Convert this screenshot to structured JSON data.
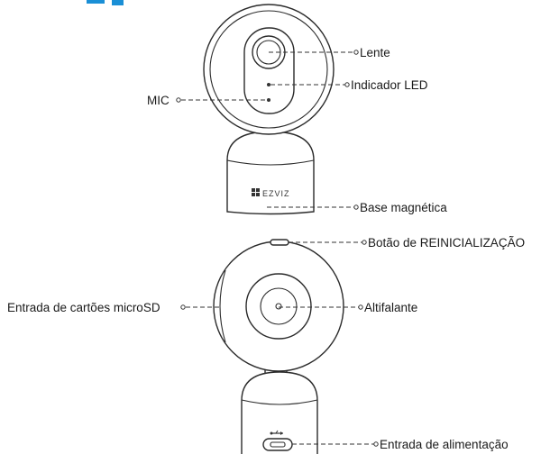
{
  "brand": {
    "logo_text": "EZVIZ",
    "accent_color": "#1a8fd6"
  },
  "front_view": {
    "labels": {
      "lens": "Lente",
      "led": "Indicador LED",
      "mic": "MIC",
      "base": "Base magnética"
    }
  },
  "back_view": {
    "labels": {
      "reset": "Botão de REINICIALIZAÇÃO",
      "microsd": "Entrada de cartões microSD",
      "speaker": "Altifalante",
      "power": "Entrada de alimentação"
    }
  },
  "icons": {
    "usb": "usb-icon"
  }
}
